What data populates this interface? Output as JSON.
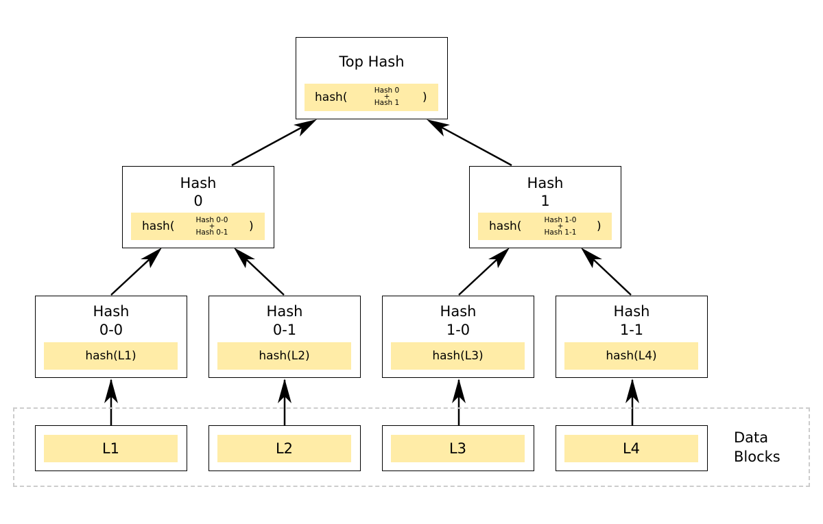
{
  "top": {
    "title": "Top Hash",
    "fn_open": "hash(",
    "fn_close": ")",
    "operands": [
      "Hash 0",
      "+",
      "Hash 1"
    ]
  },
  "mid": [
    {
      "title": "Hash",
      "label": "0",
      "fn_open": "hash(",
      "fn_close": ")",
      "operands": [
        "Hash 0-0",
        "+",
        "Hash 0-1"
      ]
    },
    {
      "title": "Hash",
      "label": "1",
      "fn_open": "hash(",
      "fn_close": ")",
      "operands": [
        "Hash 1-0",
        "+",
        "Hash 1-1"
      ]
    }
  ],
  "leaves": [
    {
      "title": "Hash",
      "label": "0-0",
      "fn": "hash(L1)"
    },
    {
      "title": "Hash",
      "label": "0-1",
      "fn": "hash(L2)"
    },
    {
      "title": "Hash",
      "label": "1-0",
      "fn": "hash(L3)"
    },
    {
      "title": "Hash",
      "label": "1-1",
      "fn": "hash(L4)"
    }
  ],
  "data_blocks": {
    "caption_line1": "Data",
    "caption_line2": "Blocks",
    "items": [
      "L1",
      "L2",
      "L3",
      "L4"
    ]
  },
  "colors": {
    "highlight": "#ffeca7",
    "border": "#000000",
    "dashed": "#cccccc"
  }
}
